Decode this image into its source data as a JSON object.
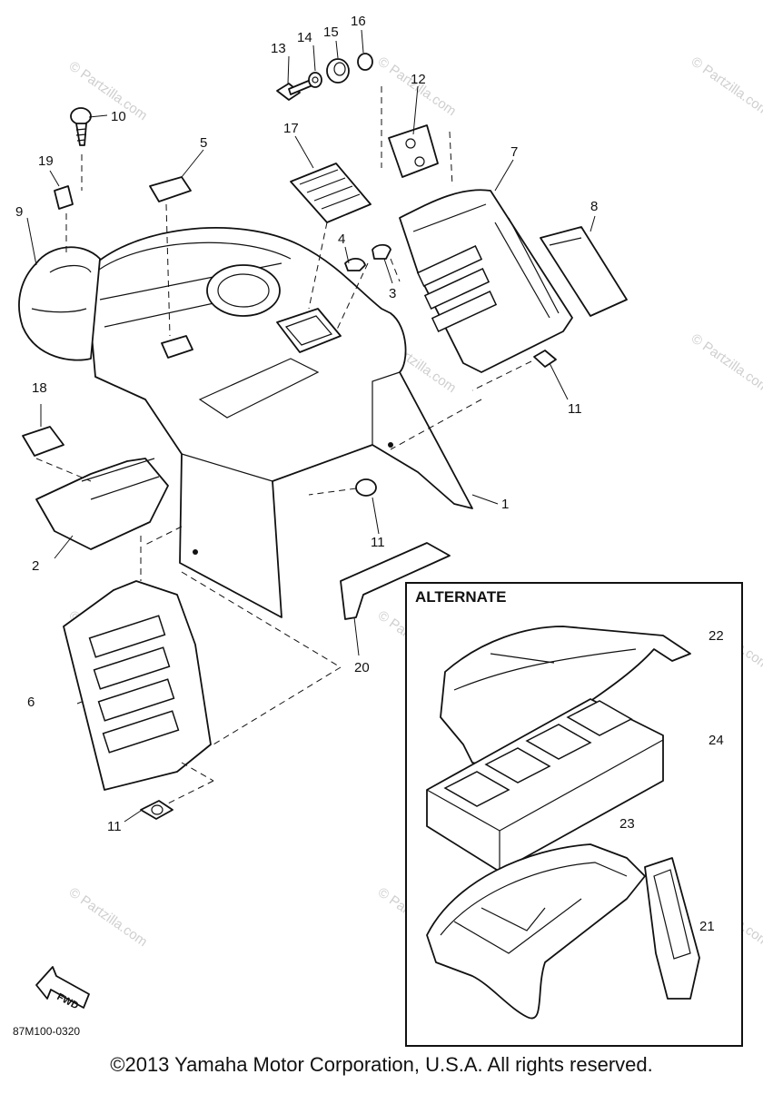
{
  "alternate_label": "ALTERNATE",
  "drawing_code": "87M100-0320",
  "fwd_label": "FWD",
  "copyright": "©2013 Yamaha Motor Corporation, U.S.A. All rights reserved.",
  "watermark": "© Partzilla.com",
  "watermark_main": "© Partzilla.com",
  "callouts": {
    "c1": "1",
    "c2": "2",
    "c3": "3",
    "c4": "4",
    "c5": "5",
    "c6": "6",
    "c7": "7",
    "c8": "8",
    "c9": "9",
    "c10": "10",
    "c11a": "11",
    "c11b": "11",
    "c11c": "11",
    "c12": "12",
    "c13": "13",
    "c14": "14",
    "c15": "15",
    "c16": "16",
    "c17": "17",
    "c18": "18",
    "c19": "19",
    "c20": "20",
    "c21": "21",
    "c22": "22",
    "c23": "23",
    "c24": "24"
  }
}
